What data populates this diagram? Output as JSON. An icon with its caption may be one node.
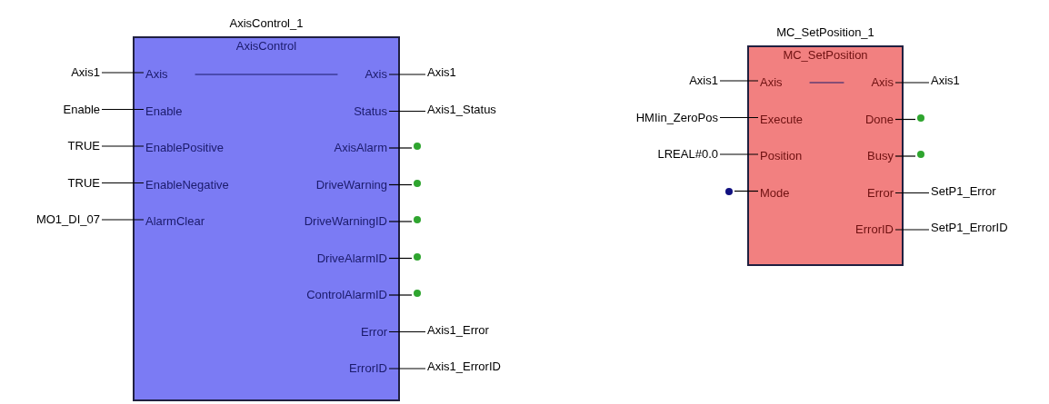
{
  "diagram": {
    "nodes": [
      {
        "text": [
          "AxisControl_1",
          "AxisControl"
        ]
      },
      {
        "text": [
          "Axis"
        ],
        "in": 0
      },
      {
        "text": [
          "Enable"
        ],
        "in": 0
      },
      {
        "text": [
          "EnablePositive"
        ],
        "in": 0
      },
      {
        "text": [
          "EnableNegative"
        ],
        "in": 0
      },
      {
        "text": [
          "AlarmClear"
        ],
        "in": 0
      },
      {
        "text": [
          "Axis"
        ],
        "in": 0
      },
      {
        "text": [
          "Status"
        ],
        "in": 0
      },
      {
        "text": [
          "AxisAlarm"
        ],
        "in": 0
      },
      {
        "text": [
          "DriveWarning"
        ],
        "in": 0
      },
      {
        "text": [
          "DriveWarningID"
        ],
        "in": 0
      },
      {
        "text": [
          "DriveAlarmID"
        ],
        "in": 0
      },
      {
        "text": [
          "ControlAlarmID"
        ],
        "in": 0
      },
      {
        "text": [
          "Error"
        ],
        "in": 0
      },
      {
        "text": [
          "ErrorID"
        ],
        "in": 0
      },
      {
        "text": [
          "Axis1"
        ]
      },
      {
        "text": [
          "Enable"
        ]
      },
      {
        "text": [
          "TRUE"
        ]
      },
      {
        "text": [
          "TRUE"
        ]
      },
      {
        "text": [
          "MO1_DI_07"
        ]
      },
      {
        "text": [
          "Axis1"
        ]
      },
      {
        "text": [
          "Axis1_Status"
        ]
      },
      {
        "text": [],
        "shape": "circle"
      },
      {
        "text": [],
        "shape": "circle"
      },
      {
        "text": [],
        "shape": "circle"
      },
      {
        "text": [],
        "shape": "circle"
      },
      {
        "text": [],
        "shape": "circle"
      },
      {
        "text": [
          "Axis1_Error"
        ]
      },
      {
        "text": [
          "Axis1_ErrorID"
        ]
      },
      {
        "text": [
          "MC_SetPosition_1",
          "MC_SetPosition"
        ]
      },
      {
        "text": [
          "Axis"
        ],
        "in": 29
      },
      {
        "text": [
          "Execute"
        ],
        "in": 29
      },
      {
        "text": [
          "Position"
        ],
        "in": 29
      },
      {
        "text": [
          "Mode"
        ],
        "in": 29
      },
      {
        "text": [
          "Axis"
        ],
        "in": 29
      },
      {
        "text": [
          "Done"
        ],
        "in": 29
      },
      {
        "text": [
          "Busy"
        ],
        "in": 29
      },
      {
        "text": [
          "Error"
        ],
        "in": 29
      },
      {
        "text": [
          "ErrorID"
        ],
        "in": 29
      },
      {
        "text": [
          "Axis1"
        ]
      },
      {
        "text": [
          "HMIin_ZeroPos"
        ]
      },
      {
        "text": [
          "LREAL#0.0"
        ]
      },
      {
        "text": [],
        "shape": "circle"
      },
      {
        "text": [
          "Axis1"
        ]
      },
      {
        "text": [],
        "shape": "circle"
      },
      {
        "text": [],
        "shape": "circle"
      },
      {
        "text": [
          "SetP1_Error"
        ]
      },
      {
        "text": [
          "SetP1_ErrorID"
        ]
      }
    ],
    "edges": [
      {
        "from": 15,
        "to": 1,
        "arrow": "none"
      },
      {
        "from": 16,
        "to": 2,
        "arrow": "none"
      },
      {
        "from": 17,
        "to": 3,
        "arrow": "none"
      },
      {
        "from": 18,
        "to": 4,
        "arrow": "none"
      },
      {
        "from": 19,
        "to": 5,
        "arrow": "none"
      },
      {
        "from": 1,
        "to": 6,
        "arrow": "none",
        "color": "#1b1b6b"
      },
      {
        "from": 6,
        "to": 20,
        "arrow": "none"
      },
      {
        "from": 7,
        "to": 21,
        "arrow": "none"
      },
      {
        "from": 8,
        "to": 22,
        "arrow": "none"
      },
      {
        "from": 9,
        "to": 23,
        "arrow": "none"
      },
      {
        "from": 10,
        "to": 24,
        "arrow": "none"
      },
      {
        "from": 11,
        "to": 25,
        "arrow": "none"
      },
      {
        "from": 12,
        "to": 26,
        "arrow": "none"
      },
      {
        "from": 13,
        "to": 27,
        "arrow": "none"
      },
      {
        "from": 14,
        "to": 28,
        "arrow": "none"
      },
      {
        "from": 39,
        "to": 30,
        "arrow": "none"
      },
      {
        "from": 40,
        "to": 31,
        "arrow": "none"
      },
      {
        "from": 41,
        "to": 32,
        "arrow": "none"
      },
      {
        "from": 42,
        "to": 33,
        "arrow": "none"
      },
      {
        "from": 30,
        "to": 34,
        "arrow": "none",
        "color": "#1b1b6b"
      },
      {
        "from": 34,
        "to": 43,
        "arrow": "none"
      },
      {
        "from": 35,
        "to": 44,
        "arrow": "none"
      },
      {
        "from": 36,
        "to": 45,
        "arrow": "none"
      },
      {
        "from": 37,
        "to": 46,
        "arrow": "none"
      },
      {
        "from": 38,
        "to": 47,
        "arrow": "none"
      }
    ]
  }
}
